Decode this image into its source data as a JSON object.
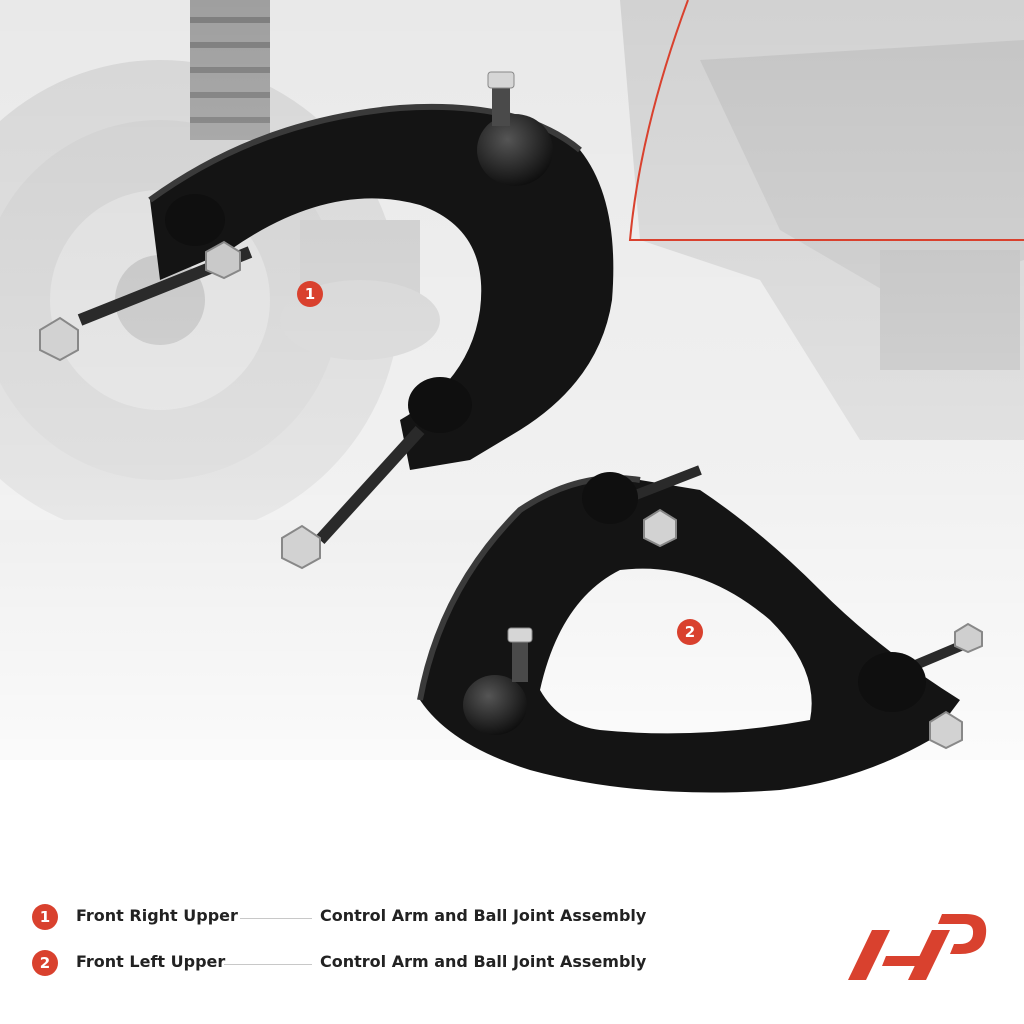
{
  "colors": {
    "accent": "#d9412e",
    "arm": "#141414",
    "background": "#ffffff"
  },
  "markers": [
    {
      "label": "1"
    },
    {
      "label": "2"
    }
  ],
  "legend": [
    {
      "number": "1",
      "label": "Front Right Upper",
      "description": "Control Arm and Ball Joint Assembly"
    },
    {
      "number": "2",
      "label": "Front Left Upper",
      "description": "Control Arm and Ball Joint Assembly"
    }
  ],
  "logo": {
    "icon": "ap-logo-icon"
  }
}
